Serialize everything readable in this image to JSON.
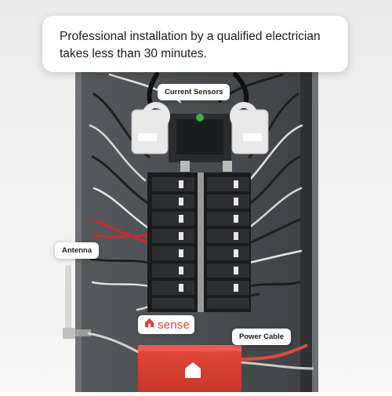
{
  "headline": {
    "text": "Professional installation by a qualified electrician takes less than 30 minutes."
  },
  "callouts": {
    "current_sensors": "Current Sensors",
    "antenna": "Antenna",
    "power_cable": "Power Cable"
  },
  "brand": {
    "name": "sense",
    "color": "#e5412f"
  },
  "icons": [
    "home-icon"
  ]
}
